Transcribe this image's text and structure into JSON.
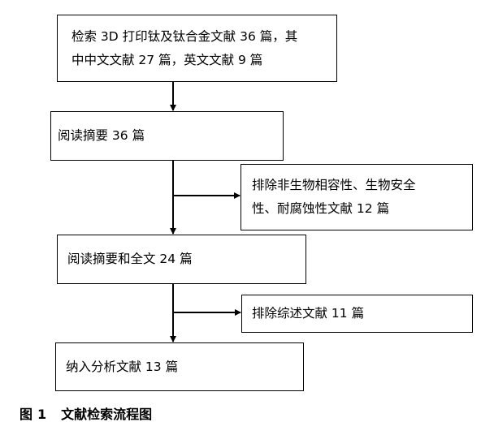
{
  "flowchart": {
    "boxes": [
      {
        "line1": "检索 3D 打印钛及钛合金文献 36 篇，其",
        "line2": "中中文文献 27 篇，英文文献 9 篇"
      },
      {
        "line1": "阅读摘要 36 篇"
      },
      {
        "line1": "排除非生物相容性、生物安全",
        "line2": "性、耐腐蚀性文献 12 篇"
      },
      {
        "line1": "阅读摘要和全文 24 篇"
      },
      {
        "line1": "排除综述文献 11 篇"
      },
      {
        "line1": "纳入分析文献 13 篇"
      }
    ]
  },
  "caption": {
    "label": "图",
    "number": "1",
    "title": "文献检索流程图"
  }
}
